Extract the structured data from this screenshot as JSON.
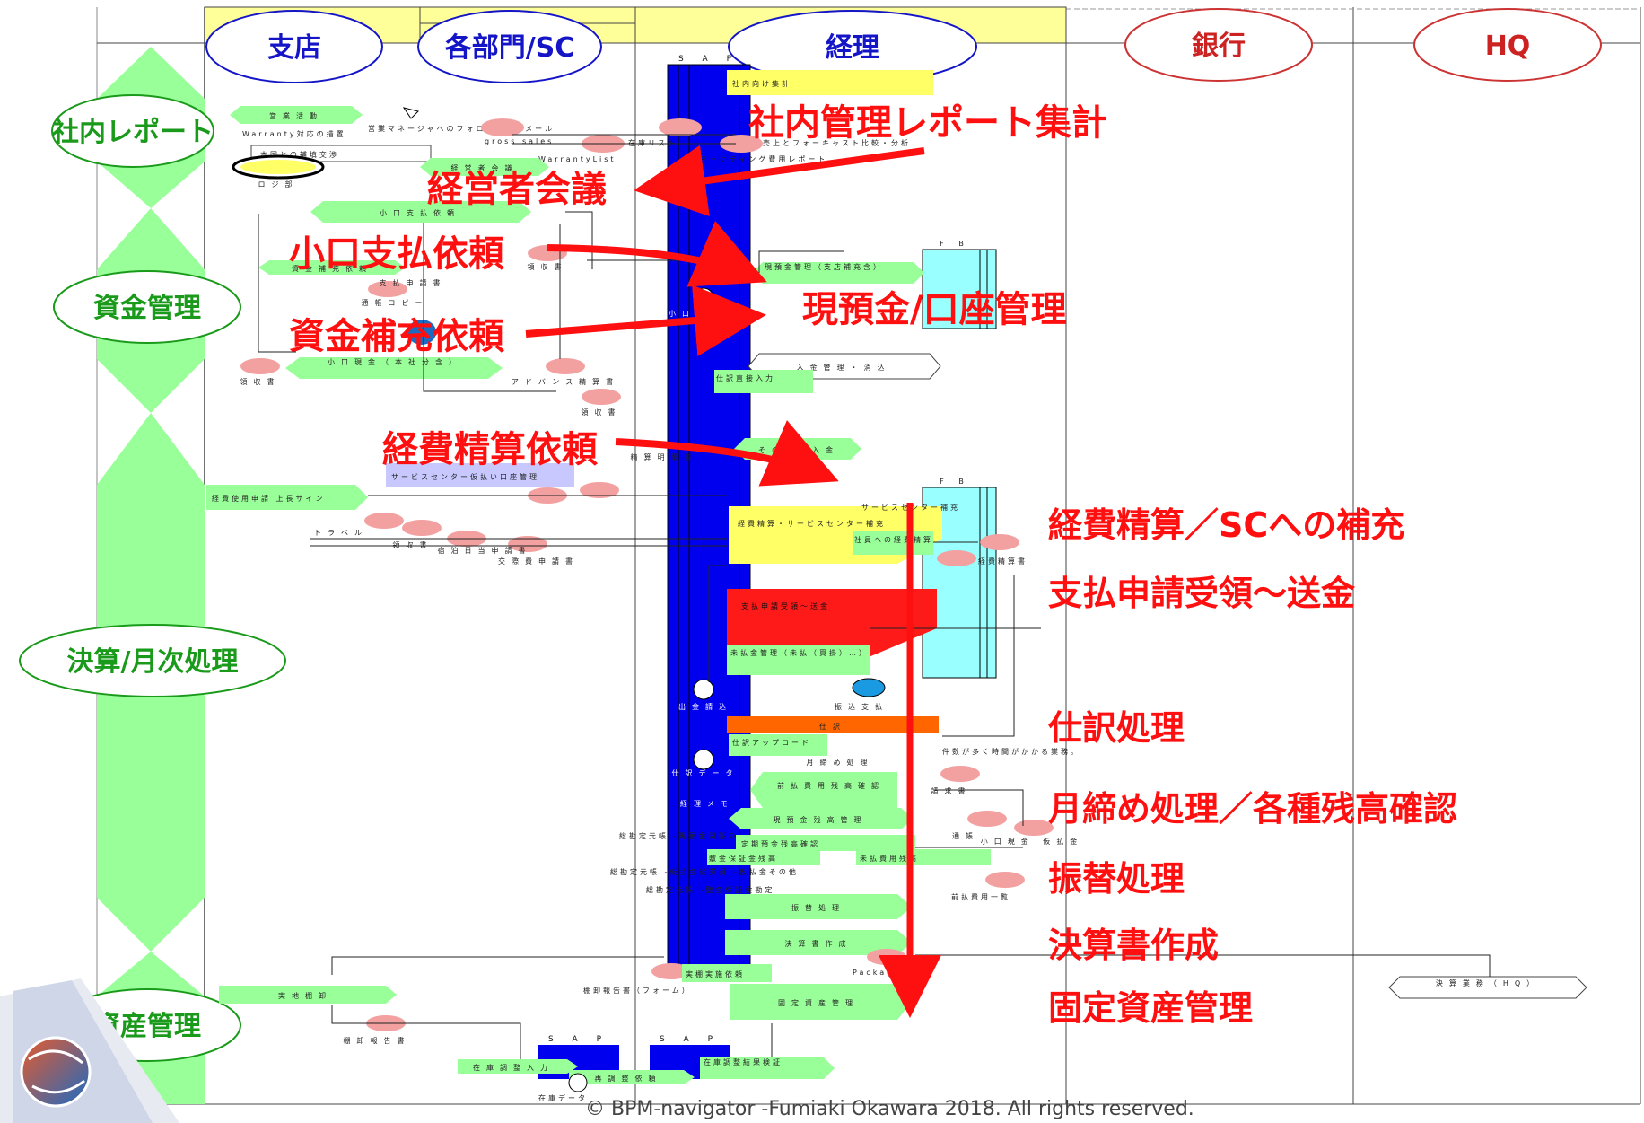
{
  "lanes": {
    "branch": "支店",
    "departments": "各部門/SC",
    "accounting": "経理",
    "bank": "銀行",
    "hq": "HQ"
  },
  "phases": {
    "internal_report": "社内レポート",
    "fund_management": "資金管理",
    "closing": "決算/月次処理",
    "asset_management": "資産管理"
  },
  "callouts": {
    "internal_report_summary": "社内管理レポート集計",
    "management_meeting": "経営者会議",
    "petty_cash_request": "小口支払依頼",
    "cash_account_management": "現預金/口座管理",
    "fund_replenish_request": "資金補充依頼",
    "expense_settlement_request": "経費精算依頼",
    "expense_sc_replenish": "経費精算／SCへの補充",
    "payment_request_to_remit": "支払申請受領～送金",
    "journal_processing": "仕訳処理",
    "monthly_closing": "月締め処理／各種残高確認",
    "transfer_processing": "振替処理",
    "financial_statements": "決算書作成",
    "fixed_asset_management": "固定資産管理"
  },
  "process_labels": {
    "sales_activity": "営業活動",
    "warranty": "Warranty対応の措置",
    "sales_manager": "営業マネージャへのフォローアップメール",
    "gross_sales": "gross sales",
    "warranty_list": "WarrantyList",
    "inventory_list": "在庫リスト",
    "sales_forecast": "売上とフォーキャスト比較・分析",
    "marketing_cost": "マーケティング費用レポート",
    "hq_negotiation": "本国との補填交渉",
    "logistics": "ロジ部",
    "management_meeting_small": "経営者会議",
    "internal_report_small": "社内向け集計",
    "petty_cash_request_small": "小口支払依頼",
    "fund_replenish_small": "資金補充依頼",
    "receipt": "領収書",
    "payment_request_form": "支払申請書",
    "passbook_copy": "通帳コピー",
    "petty_cash_hq": "小口現金（本社分含）",
    "advance_settlement": "アドバンス精算書",
    "cash_deposit_mgmt": "現預金管理（支店補充含）",
    "petty_cash_out": "小口現金出納",
    "deposit_reconcile": "入金管理・消込",
    "journal_direct": "仕訳直接入力",
    "fb": "F B",
    "settlement_detail": "精算明細書",
    "other_deposit": "その他の入金",
    "service_center": "サービスセンター仮払い口座管理",
    "expense_apply": "経費使用申請 上長サイン",
    "travel": "トラベル",
    "receipt2": "領収書",
    "accommodation": "宿泊日当申請書",
    "entertainment": "交際費申請書",
    "sc_replenish": "サービスセンター補充",
    "expense_sc": "経費精算・サービスセンター補充",
    "staff_expense": "社員への経費精算",
    "expense_form": "経費精算書",
    "payment_request_receipt": "支払申請受領～送金",
    "ap_management": "未払金管理（未払（買掛）…）",
    "wire_payment": "振込支払",
    "withdraw_entry": "出金請込",
    "journal": "仕訳",
    "journal_approval": "仕訳アップロード",
    "journal_data": "仕訳データ",
    "many_cases": "件数が多く時間がかかる業務。",
    "monthly_close": "月締め処理",
    "prepaid_check": "前払費用残高確認",
    "invoice": "請求書",
    "accounting_memo": "経理メモ",
    "cash_balance": "現預金残高管理",
    "passbook": "通帳",
    "petty_cash_advance": "小口現金 仮払金",
    "gl_cash": "総勘定元帳 -現預金関係の…",
    "fixed_deposit": "定期預金残高確認",
    "deposit_guarantee": "敷金保証金残高",
    "unpaid_balance": "未払費用残高",
    "gl_prepaid": "総勘定元帳 -仮払金従業員 -仮払金その他",
    "gl_deposit": "総勘定元帳 -敷金保証金勘定",
    "prepaid_list": "前払費用一覧",
    "transfer": "振替処理",
    "statement_create": "決算書作成",
    "package": "Package",
    "inventory_count_order": "実棚実施依頼",
    "inventory_report_form": "棚卸報告書（フォーム）",
    "fixed_asset": "固定資産管理",
    "closing_hq": "決算業務（HQ）",
    "physical_count": "実地棚卸",
    "inventory_report": "棚卸報告書",
    "inventory_adjust_input": "在庫調整入力",
    "inventory_adjust_result": "在庫調整結果検証",
    "reinventory_request": "再調整依頼",
    "inventory_data": "在庫データ",
    "sap": "S A P"
  },
  "footer": "© BPM-navigator -Fumiaki Okawara 2018. All rights reserved.",
  "colors": {
    "lane_header_bg": "#ffff99",
    "lane_title": "#1515c8",
    "phase_arrow": "#99ff99",
    "phase_label": "#1a9a1a",
    "sap_column": "#0000ee",
    "callout": "#ff1010",
    "process_box": "#99ff99",
    "fb_box": "#99ffff",
    "yellow_box": "#ffff66",
    "red_box": "#ff1a1a",
    "orange_box": "#ff6600",
    "pink_doc": "#f3a0a0"
  }
}
